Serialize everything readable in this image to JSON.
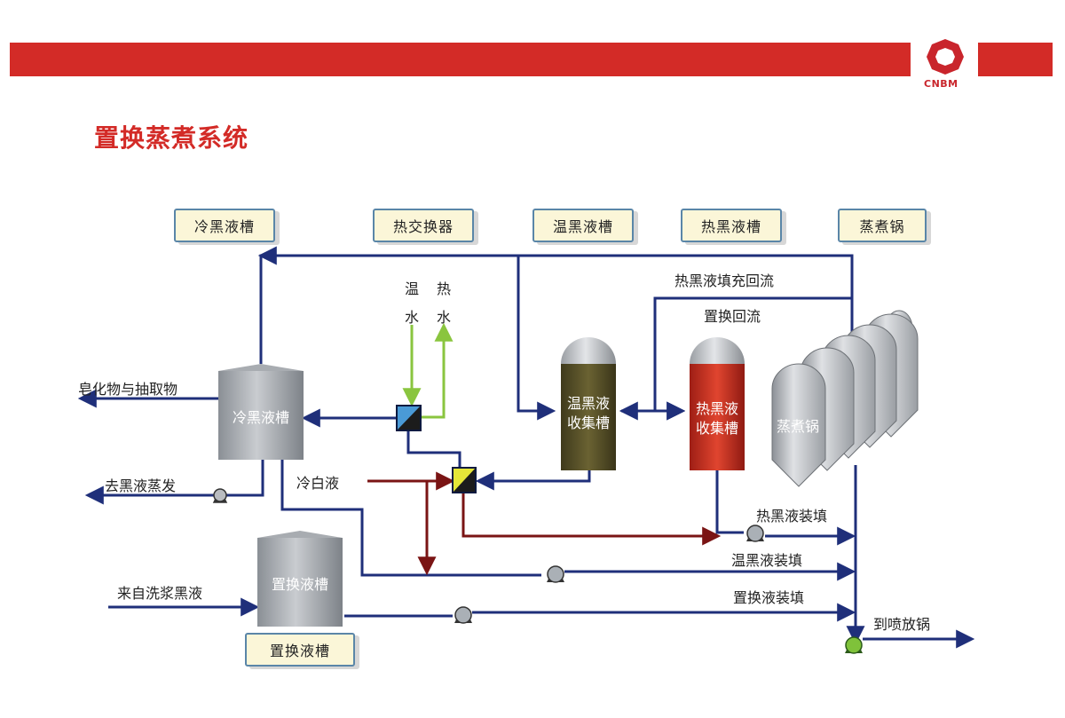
{
  "header": {
    "logo_text": "CNBM",
    "title": "置换蒸煮系统"
  },
  "legend_tags": [
    "冷黑液槽",
    "热交换器",
    "温黑液槽",
    "热黑液槽",
    "蒸煮锅"
  ],
  "bottom_tag": "置换液槽",
  "tanks": {
    "cold": "冷黑液槽",
    "warm_l1": "温黑液",
    "warm_l2": "收集槽",
    "hot_l1": "热黑液",
    "hot_l2": "收集槽",
    "digester": "蒸煮锅",
    "displacement": "置换液槽"
  },
  "labels": {
    "warm_char1": "温",
    "warm_char2": "水",
    "hot_char1": "热",
    "hot_char2": "水",
    "hot_fill_return": "热黑液填充回流",
    "displacement_return": "置换回流",
    "soap": "皂化物与抽取物",
    "to_evaporation": "去黑液蒸发",
    "cold_white": "冷白液",
    "from_washing": "来自洗浆黑液",
    "hot_fill": "热黑液装填",
    "warm_fill": "温黑液装填",
    "disp_fill": "置换液装填",
    "to_blow": "到喷放锅"
  }
}
